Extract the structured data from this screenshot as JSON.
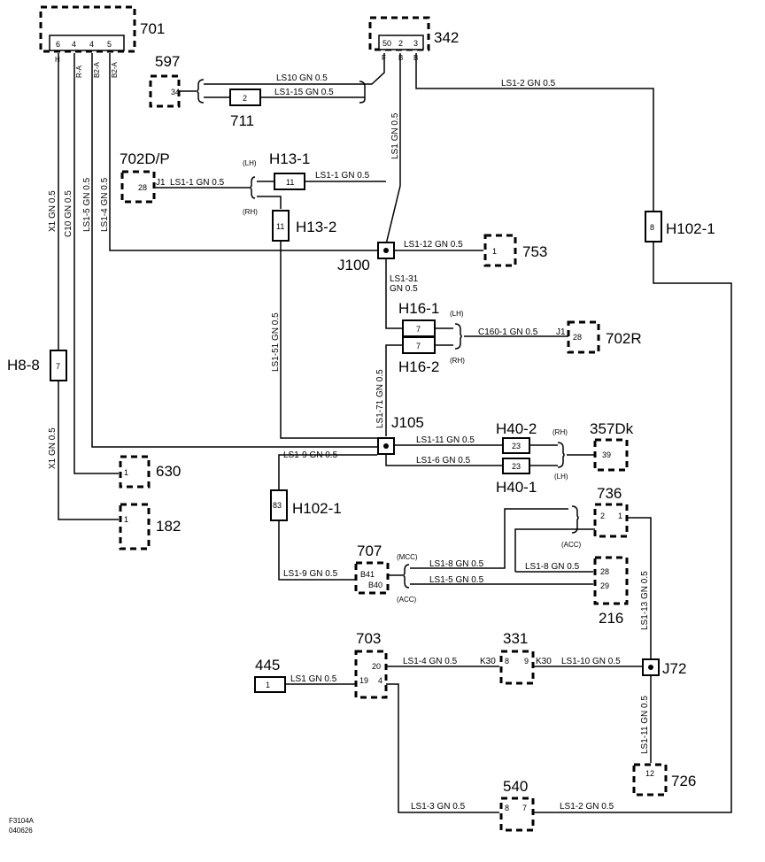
{
  "components": {
    "c701": "701",
    "c342": "342",
    "c597": "597",
    "c711": "711",
    "c702dp": "702D/P",
    "h13_1": "H13-1",
    "h13_2": "H13-2",
    "c753": "753",
    "j100": "J100",
    "h102_1_top": "H102-1",
    "h16_1": "H16-1",
    "h16_2": "H16-2",
    "c702r": "702R",
    "h8_8": "H8-8",
    "j105": "J105",
    "h40_2": "H40-2",
    "h40_1": "H40-1",
    "c357dk": "357Dk",
    "c630": "630",
    "c182": "182",
    "h102_1_mid": "H102-1",
    "c736": "736",
    "c707": "707",
    "c216": "216",
    "c703": "703",
    "c331": "331",
    "c445": "445",
    "j72": "J72",
    "c726": "726",
    "c540": "540"
  },
  "qualifiers": {
    "lh": "(LH)",
    "rh": "(RH)",
    "acc": "(ACC)",
    "mcc": "(MCC)"
  },
  "pins": {
    "p701": [
      "6",
      "4",
      "4",
      "5"
    ],
    "p701_names": [
      "H",
      "R-A",
      "B2-A",
      "B2-A"
    ],
    "p342": [
      "50",
      "2",
      "3"
    ],
    "p342_names": [
      "F",
      "B",
      "B"
    ],
    "p597": "34",
    "p711": "2",
    "p702dp": "28",
    "p13_1": "11",
    "p13_2": "11",
    "p753": "1",
    "p102_top": "8",
    "p16_1": "7",
    "p16_2": "7",
    "p702r": "28",
    "p8_8": "7",
    "p40_2": "23",
    "p40_1": "23",
    "p357": "39",
    "p630": "1",
    "p182": "1",
    "p102_mid": "83",
    "p736": [
      "2",
      "1"
    ],
    "p707": [
      "B41",
      "B40"
    ],
    "p216": [
      "28",
      "29"
    ],
    "p703": [
      "20",
      "19",
      "4"
    ],
    "p331": [
      "8",
      "9"
    ],
    "p445": "1",
    "p726": "12",
    "p540": [
      "8",
      "7"
    ]
  },
  "wires": {
    "ls10": "LS10  GN  0.5",
    "ls1_15": "LS1-15 GN  0.5",
    "ls1_2_top": "LS1-2  GN  0.5",
    "ls1_702dp_j": "J1",
    "ls1_1_left": "LS1-1  GN  0.5",
    "ls1_1_right": "LS1-1  GN  0.5",
    "ls1_vert": "LS1  GN  0.5",
    "ls1_12": "LS1-12  GN  0.5",
    "ls1_31_a": "LS1-31",
    "ls1_31_b": "GN  0.5",
    "c160_1": "C160-1  GN  0.5",
    "c160_j": "J1",
    "x1_top": "X1  GN  0.5",
    "c10": "C10  GN  0.5",
    "ls1_5": "LS1-5  GN  0.5",
    "ls1_4_vert": "LS1-4  GN  0.5",
    "ls1_51": "LS1-51  GN  0.5",
    "ls1_71": "LS1-71  GN  0.5",
    "ls1_11": "LS1-11    GN   0.5",
    "ls1_6": "LS1-6    GN   0.5",
    "ls1_9_a": "LS1-9   GN   0.5",
    "x1_bot": "X1  GN  0.5",
    "ls1_9_b": "LS1-9  GN  0.5",
    "ls1_8_a": "LS1-8   GN   0.5",
    "ls1_5_b": "LS1-5   GN   0.5",
    "ls1_8_b": "LS1-8   GN   0.5",
    "ls1_13": "LS1-13  GN  0.5",
    "ls1_4": "LS1-4   GN   0.5",
    "k30_a": "K30",
    "k30_b": "K30",
    "ls1_10": "LS1-10   GN   0.5",
    "ls1": "LS1   GN  0.5",
    "ls1_11_vert": "LS1-11  GN  0.5",
    "ls1_3": "LS1-3    GN    0.5",
    "ls1_2_bot": "LS1-2    GN    0.5"
  },
  "footer": {
    "code": "F3104A",
    "date": "040626"
  }
}
